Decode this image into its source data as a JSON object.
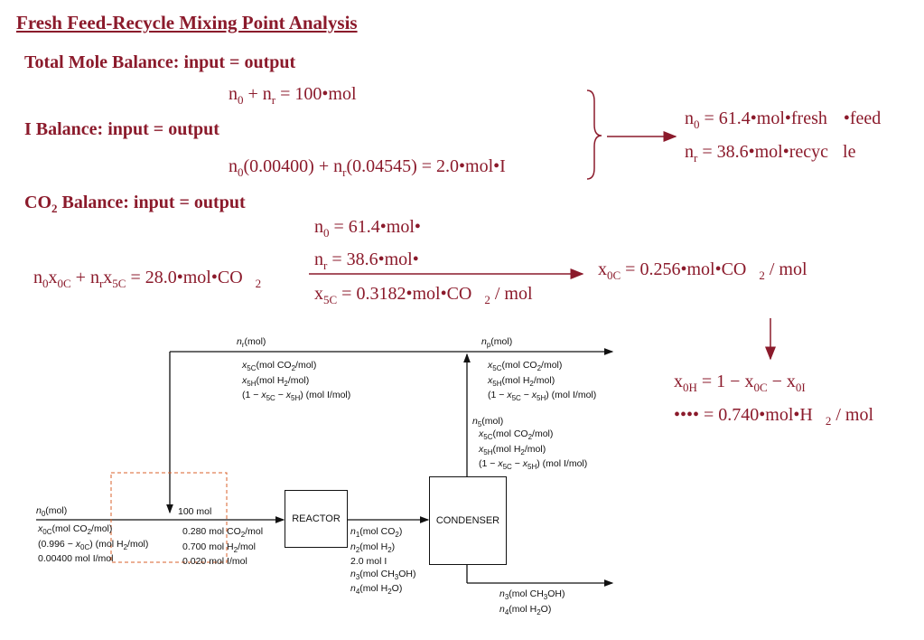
{
  "title": "Fresh Feed-Recycle Mixing Point Analysis",
  "total_balance": {
    "heading": "Total Mole Balance: input = output",
    "equation": {
      "a": "n",
      "a_sub": "0",
      "mid": " + n",
      "mid_sub": "r",
      "rest": " = 100•mol"
    }
  },
  "i_balance": {
    "heading": "I Balance: input = output",
    "equation": {
      "a": "n",
      "a_sub": "0",
      "b": "(0.00400) + n",
      "b_sub": "r",
      "c": "(0.04545) = 2.0•mol•I"
    }
  },
  "results": {
    "n0": {
      "lhs": "n",
      "sub": "0",
      "rhs": " = 61.4•mol•fresh",
      "tail": "•feed"
    },
    "nr": {
      "lhs": "n",
      "sub": "r",
      "rhs": " = 38.6•mol•recyc",
      "tail": "le"
    }
  },
  "co2_balance": {
    "heading_pre": "CO",
    "heading_sub": "2",
    "heading_post": " Balance: input = output",
    "equation": {
      "p1": "n",
      "s1": "0",
      "p2": "x",
      "s2": "0C",
      "p3": " + n",
      "s3": "r",
      "p4": "x",
      "s4": "5C",
      "p5": " = 28.0•mol•CO",
      "s5": "2"
    },
    "knowns": [
      {
        "lhs": "n",
        "sub": "0",
        "rhs": " = 61.4•mol•"
      },
      {
        "lhs": "n",
        "sub": "r",
        "rhs": " = 38.6•mol•"
      },
      {
        "lhs": "x",
        "sub": "5C",
        "rhs": " = 0.3182•mol•CO",
        "sub2": "2",
        "tail": " / mol"
      }
    ],
    "result": {
      "lhs": "x",
      "sub": "0C",
      "rhs": " = 0.256•mol•CO",
      "sub2": "2",
      "tail": " / mol"
    }
  },
  "h_result": {
    "line1": {
      "lhs": "x",
      "sub": "0H",
      "rhs": " = 1 − x",
      "sub2": "0C",
      "mid": " − x",
      "sub3": "0I"
    },
    "line2": {
      "bullets": "••••",
      "rhs": " = 0.740•mol•H",
      "sub": "2",
      "tail": " / mol"
    }
  },
  "flowchart": {
    "reactor": "REACTOR",
    "condenser": "CONDENSER",
    "recycle": {
      "flow": "(mol)",
      "l1": "(mol CO",
      "l1b": "/mol)",
      "l2": "(mol H",
      "l2b": "/mol)",
      "l3a": "(1 − ",
      "l3b": " − ",
      "l3c": ") (mol I/mol)"
    },
    "purge": {
      "flow": "(mol)",
      "l1": "(mol CO",
      "l1b": "/mol)",
      "l2": "(mol H",
      "l2b": "/mol)",
      "l3a": "(1 − ",
      "l3b": " − ",
      "l3c": ") (mol I/mol)"
    },
    "stream5": {
      "flow": "(mol)",
      "l1": "(mol CO",
      "l1b": "/mol)",
      "l2": "(mol H",
      "l2b": "/mol)",
      "l3a": "(1 − ",
      "l3b": " − ",
      "l3c": ") (mol I/mol)"
    },
    "feed": {
      "flow": "(mol)",
      "l1": "(mol CO",
      "l1b": "/mol)",
      "l2a": "(0.996 − ",
      "l2b": ") (mol H",
      "l2c": "/mol)",
      "l3": "0.00400 mol I/mol"
    },
    "mixed": {
      "total": "100 mol",
      "l1": "0.280 mol CO",
      "l1b": "/mol",
      "l2": "0.700 mol H",
      "l2b": "/mol",
      "l3": "0.020 mol I/mol"
    },
    "reactor_out": {
      "l1a": "(mol CO",
      "l1b": ")",
      "l2a": "(mol H",
      "l2b": ")",
      "l3": "2.0 mol I",
      "l4a": "(mol CH",
      "l4b": "OH)",
      "l5a": "(mol H",
      "l5b": "O)"
    },
    "liquid_out": {
      "l1a": "(mol CH",
      "l1b": "OH)",
      "l2a": "(mol H",
      "l2b": "O)"
    }
  }
}
